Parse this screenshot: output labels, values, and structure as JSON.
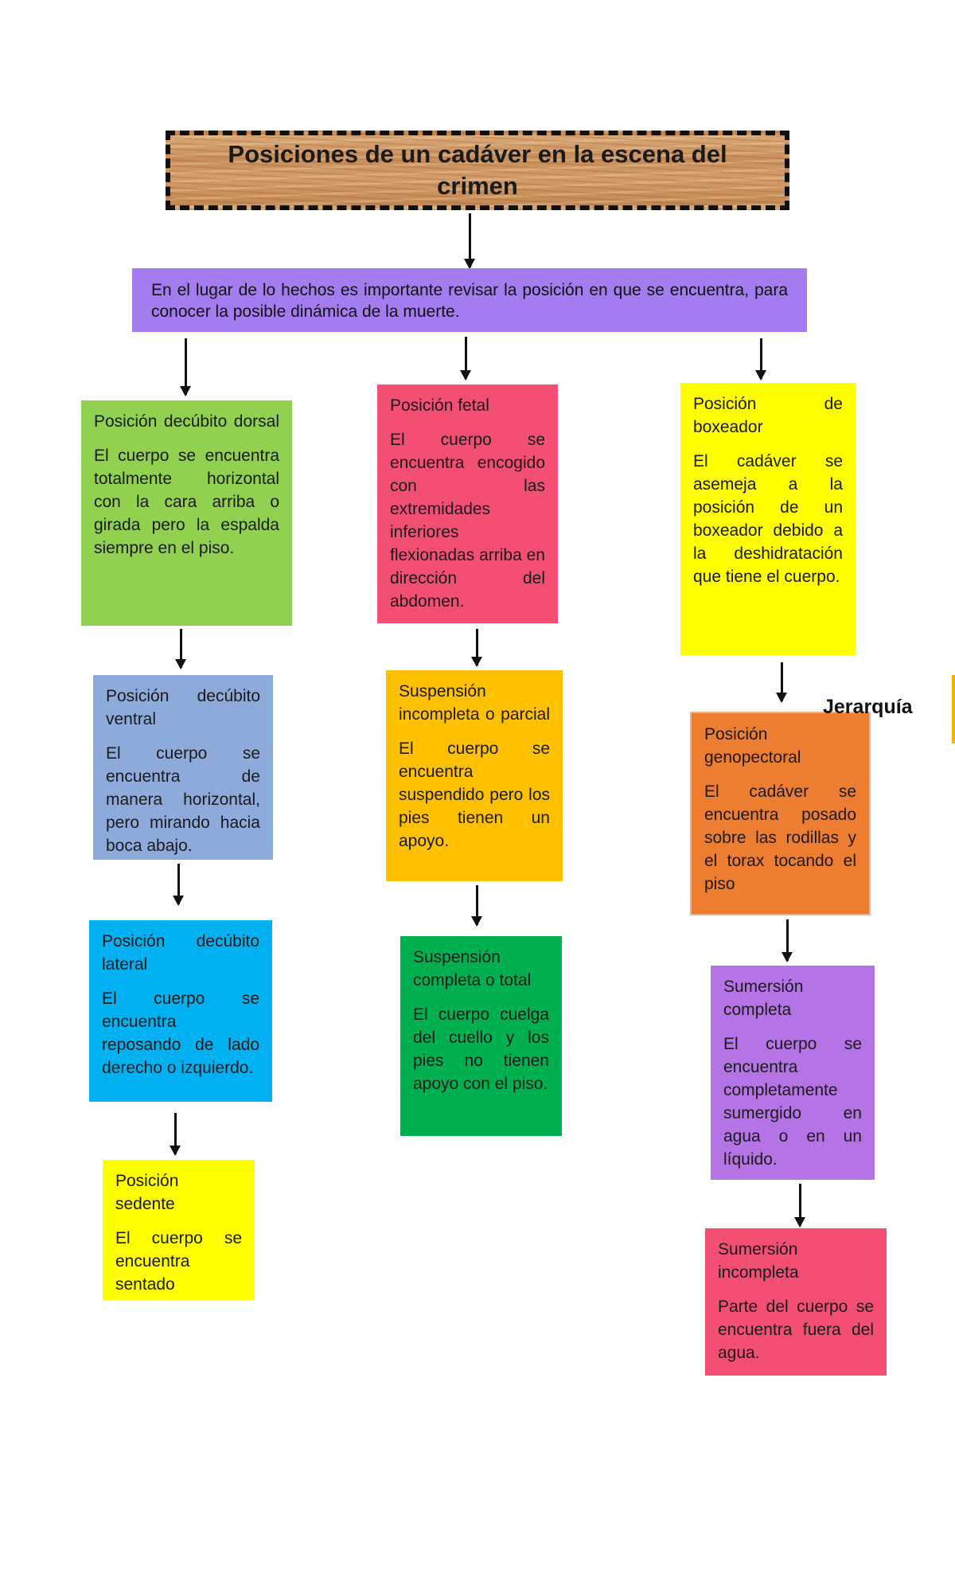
{
  "title": "Posiciones de un cadáver en la escena del crimen",
  "intro": "En el lugar de lo hechos es importante revisar la posición en que se encuentra, para conocer la posible dinámica de la muerte.",
  "side_label": "Jerarquía",
  "nodes": [
    {
      "title": "Posición decúbito dorsal",
      "desc": "El cuerpo se encuentra totalmente horizontal con la cara arriba o girada pero la espalda siempre en el piso.",
      "color": "#92d050"
    },
    {
      "title": "Posición decúbito ventral",
      "desc": "El cuerpo se encuentra de manera horizontal, pero mirando hacia boca abajo.",
      "color": "#8eaadb"
    },
    {
      "title": "Posición decúbito lateral",
      "desc": "El cuerpo se encuentra reposando de lado derecho o izquierdo.",
      "color": "#00b0f0"
    },
    {
      "title": "Posición sedente",
      "desc": "El cuerpo se encuentra sentado",
      "color": "#ffff00"
    },
    {
      "title": "Posición fetal",
      "desc": "El cuerpo se encuentra encogido con las extremidades inferiores flexionadas arriba en dirección del abdomen.",
      "color": "#f24f73"
    },
    {
      "title": "Suspensión incompleta o parcial",
      "desc": "El cuerpo se encuentra suspendido pero los pies tienen un apoyo.",
      "color": "#ffc000"
    },
    {
      "title": "Suspensión completa o total",
      "desc": "El cuerpo cuelga del cuello y los pies no tienen apoyo con el piso.",
      "color": "#00b050"
    },
    {
      "title": "Posición de boxeador",
      "desc": "El cadáver se asemeja a la posición de un boxeador debido a la deshidratación que tiene el cuerpo.",
      "color": "#ffff00"
    },
    {
      "title": "Posición genopectoral",
      "desc": "El cadáver se encuentra posado sobre las rodillas y el torax tocando el piso",
      "color": "#ed7d31"
    },
    {
      "title": "Sumersión completa",
      "desc": "El cuerpo se encuentra completamente sumergido en agua o en un líquido.",
      "color": "#b574e6"
    },
    {
      "title": "Sumersión incompleta",
      "desc": "Parte del cuerpo se encuentra fuera del agua.",
      "color": "#f24f73"
    }
  ]
}
